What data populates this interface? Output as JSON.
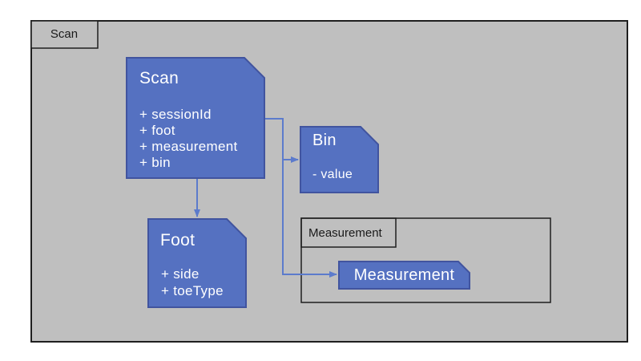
{
  "frame": {
    "tab_label": "Scan"
  },
  "nodes": {
    "scan": {
      "title": "Scan",
      "attrs": [
        "+ sessionId",
        "+ foot",
        "+ measurement",
        "+ bin"
      ]
    },
    "bin": {
      "title": "Bin",
      "attrs": [
        "- value"
      ]
    },
    "foot": {
      "title": "Foot",
      "attrs": [
        "+ side",
        "+ toeType"
      ]
    },
    "measurement": {
      "label": "Measurement"
    }
  },
  "groups": {
    "measurement": {
      "tab_label": "Measurement"
    }
  },
  "edges": [
    {
      "from": "Scan",
      "to": "Bin"
    },
    {
      "from": "Scan",
      "to": "Foot"
    },
    {
      "from": "Scan",
      "to": "Measurement"
    }
  ],
  "colors": {
    "node_fill": "#5571C1",
    "node_border": "#41549F",
    "arrow": "#5C7BCC",
    "frame_fill": "#BFBFBF",
    "frame_border": "#1F1F1F",
    "node_text": "#FFFFFF",
    "tab_text": "#1A1A1A",
    "page_bg": "#FFFFFF"
  }
}
